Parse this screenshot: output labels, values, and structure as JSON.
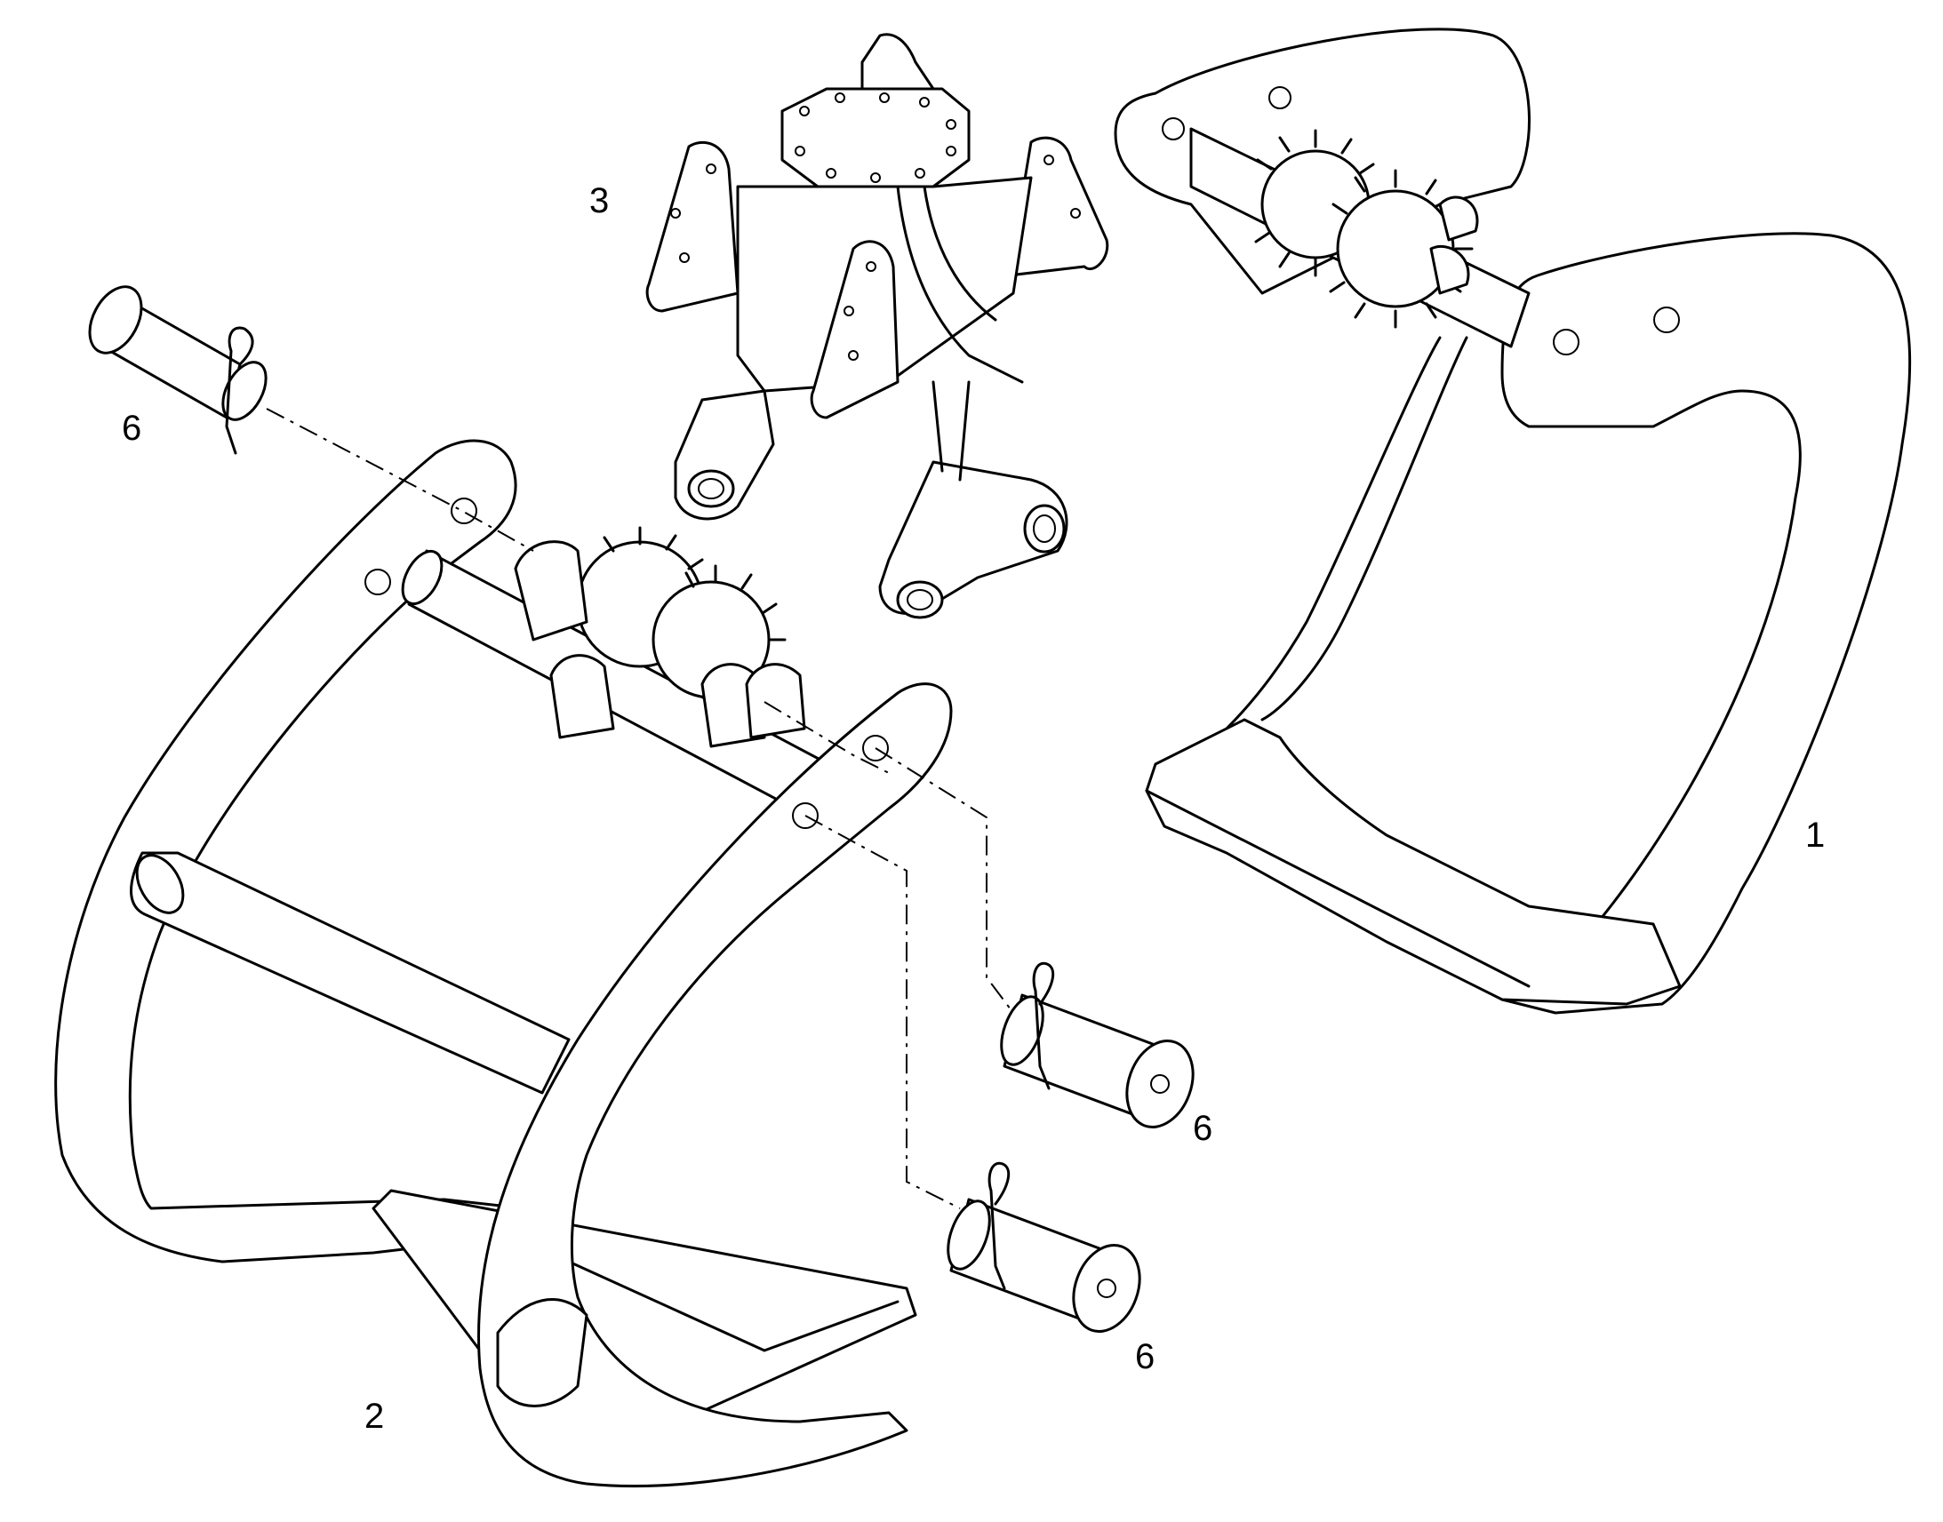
{
  "callouts": {
    "part_1": "1",
    "part_2": "2",
    "part_3": "3",
    "part_6_top_left": "6",
    "part_6_right": "6",
    "part_6_bottom": "6"
  }
}
